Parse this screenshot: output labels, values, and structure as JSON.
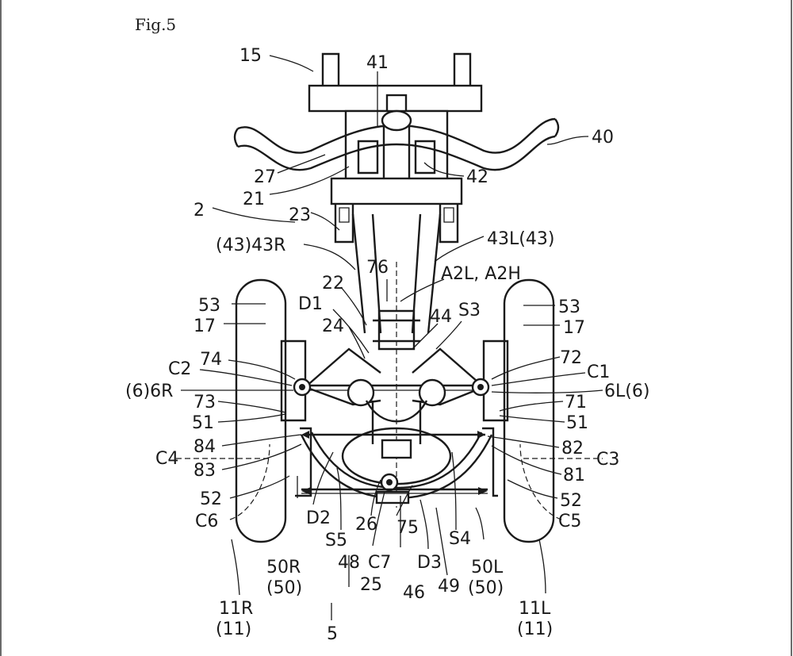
{
  "figure_label": "Fig.5",
  "labels": {
    "l15": "15",
    "l41": "41",
    "l40": "40",
    "l27": "27",
    "l21": "21",
    "l42": "42",
    "l2": "2",
    "l23": "23",
    "l43R": "(43)43R",
    "l43L": "43L(43)",
    "l76": "76",
    "lA2": "A2L, A2H",
    "l22": "22",
    "l53a": "53",
    "l17a": "17",
    "lD1": "D1",
    "l24": "24",
    "l44": "44",
    "lS3": "S3",
    "l53b": "53",
    "l17b": "17",
    "l74": "74",
    "lC2": "C2",
    "l6R": "(6)6R",
    "l73": "73",
    "l51a": "51",
    "l84": "84",
    "lC4": "C4",
    "l83": "83",
    "l52a": "52",
    "lC6": "C6",
    "l72": "72",
    "lC1": "C1",
    "l6L": "6L(6)",
    "l71": "71",
    "l51b": "51",
    "l82": "82",
    "lC3": "C3",
    "l81": "81",
    "l52b": "52",
    "lC5": "C5",
    "lD2": "D2",
    "l26": "26",
    "l75": "75",
    "lS5": "S5",
    "lS4": "S4",
    "l48": "48",
    "lC7": "C7",
    "lD3": "D3",
    "l50R": "50R",
    "l50Rp": "(50)",
    "l50L": "50L",
    "l50Lp": "(50)",
    "l25": "25",
    "l46": "46",
    "l49": "49",
    "l11R": "11R",
    "l11Rp": "(11)",
    "l11L": "11L",
    "l11Lp": "(11)",
    "l5": "5"
  }
}
